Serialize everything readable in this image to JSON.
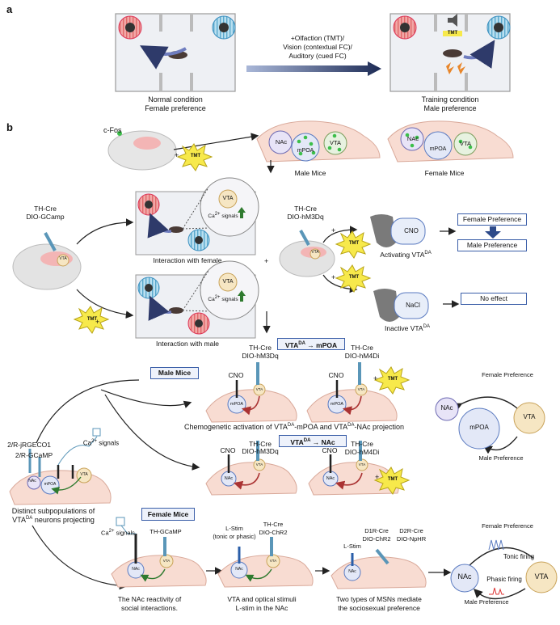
{
  "panel_a": {
    "label": "a",
    "left_caption_1": "Normal condition",
    "left_caption_2": "Female preference",
    "right_caption_1": "Training condition",
    "right_caption_2": "Male preference",
    "arrow_line1": "+Olfaction (TMT)/",
    "arrow_line2": "Vision (contextual FC)/",
    "arrow_line3": "Auditory (cued FC)",
    "tmt": "TMT"
  },
  "panel_b": {
    "label": "b",
    "cfos": "c-Fos",
    "plus": "+",
    "tmt": "TMT",
    "male_mice_brain": "Male Mice",
    "female_mice_brain": "Female Mice",
    "nac": "NAc",
    "mpoa": "mPOA",
    "vta": "VTA",
    "gcamp_line1": "TH-Cre",
    "gcamp_line2": "DIO-GCamp",
    "ca_signals": "signals",
    "ca": "Ca",
    "ca_sup": "2+",
    "interaction_female": "Interaction with female",
    "interaction_male": "Interaction with male",
    "hm3dq_line1": "TH-Cre",
    "hm3dq_line2": "DIO-hM3Dq",
    "cno": "CNO",
    "nacl": "NaCl",
    "activating": "Activating VTA",
    "inactive": "Inactive VTA",
    "da": "DA",
    "female_pref_box": "Female Preference",
    "male_pref_box": "Male Preference",
    "no_effect": "No effect",
    "vta_mpoa_header": "VTA",
    "vta_mpoa_tail": " → mPOA",
    "vta_nac_tail": " → NAc",
    "male_mice_box": "Male Mice",
    "female_mice_box": "Female Mice",
    "hm4di_line2": "DIO-hM4Di",
    "chemo_caption": "Chemogenetic activation of VTA",
    "chemo_mid": "-mPOA and  VTA",
    "chemo_tail": "-NAc projection",
    "female_preference": "Female Preference",
    "male_preference": "Male Preference",
    "rgeco": "2/R-jRGECO1",
    "rgcamp": "2/R-GCaMP",
    "distinct_1": "Distinct subpopulations of",
    "distinct_2": "neurons projecting",
    "vta_da": "VTA",
    "th_gcamp": "TH-GCaMP",
    "lstim": "L-Stim",
    "tonic_phasic": "(tonic or phasic)",
    "th_cre": "TH-Cre",
    "dio_chr2": "DIO-ChR2",
    "d1r": "D1R-Cre",
    "d2r": "D2R-Cre",
    "dio_nphr": "DIO-NpHR",
    "nac_caption_1": "The NAc reactivity of",
    "nac_caption_2": "social interactions.",
    "vta_caption_1": "VTA and optical stimuli",
    "vta_caption_2": "L-stim in the NAc",
    "msn_caption_1": "Two types of MSNs  mediate",
    "msn_caption_2": "the sociosexual preference",
    "tonic_firing": "Tonic firing",
    "phasic_firing": "Phasic firing"
  }
}
